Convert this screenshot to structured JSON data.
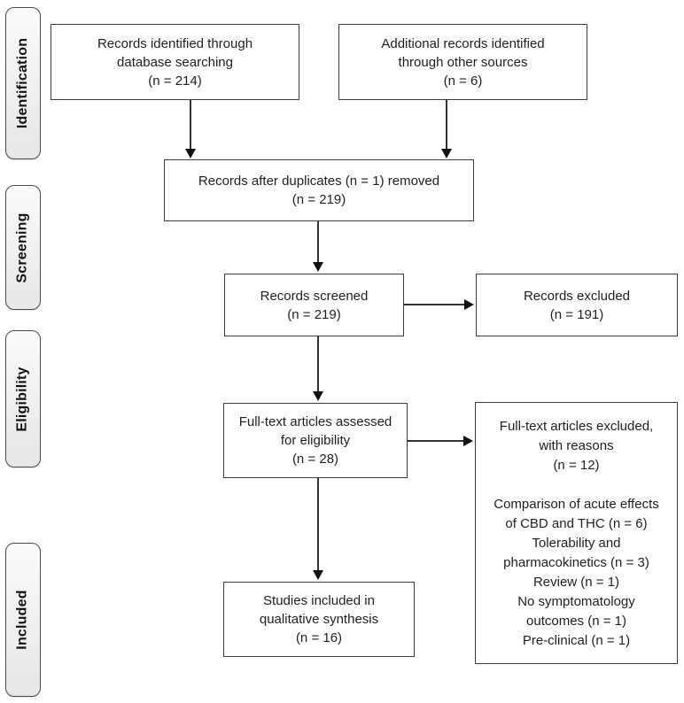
{
  "sidebar": {
    "labels": [
      "Identification",
      "Screening",
      "Eligibility",
      "Included"
    ]
  },
  "flow": {
    "identified": {
      "lines": [
        "Records identified through",
        "database searching",
        "(n = 214)"
      ]
    },
    "additional": {
      "lines": [
        "Additional records identified",
        "through other sources",
        "(n = 6)"
      ]
    },
    "after_duplicates": {
      "lines": [
        "Records after duplicates (n = 1) removed",
        "(n = 219)"
      ]
    },
    "screened": {
      "lines": [
        "Records screened",
        "(n = 219)"
      ]
    },
    "records_excluded": {
      "lines": [
        "Records excluded",
        "(n = 191)"
      ]
    },
    "fulltext_assessed": {
      "lines": [
        "Full-text articles assessed",
        "for eligibility",
        "(n = 28)"
      ]
    },
    "fulltext_excluded": {
      "header": [
        "Full-text articles excluded,",
        "with reasons",
        "(n = 12)"
      ],
      "reasons": [
        "Comparison of acute effects",
        "of CBD and THC (n = 6)",
        "Tolerability and",
        "pharmacokinetics (n = 3)",
        "Review (n = 1)",
        "No symptomatology",
        "outcomes (n = 1)",
        "Pre-clinical (n = 1)"
      ]
    },
    "included_synthesis": {
      "lines": [
        "Studies included in",
        "qualitative synthesis",
        "(n = 16)"
      ]
    }
  },
  "colors": {
    "box_border": "#3d3d3d",
    "label_fill": "#f0f0f0",
    "arrow": "#111111",
    "text": "#1f1f1f",
    "background": "#ffffff"
  }
}
